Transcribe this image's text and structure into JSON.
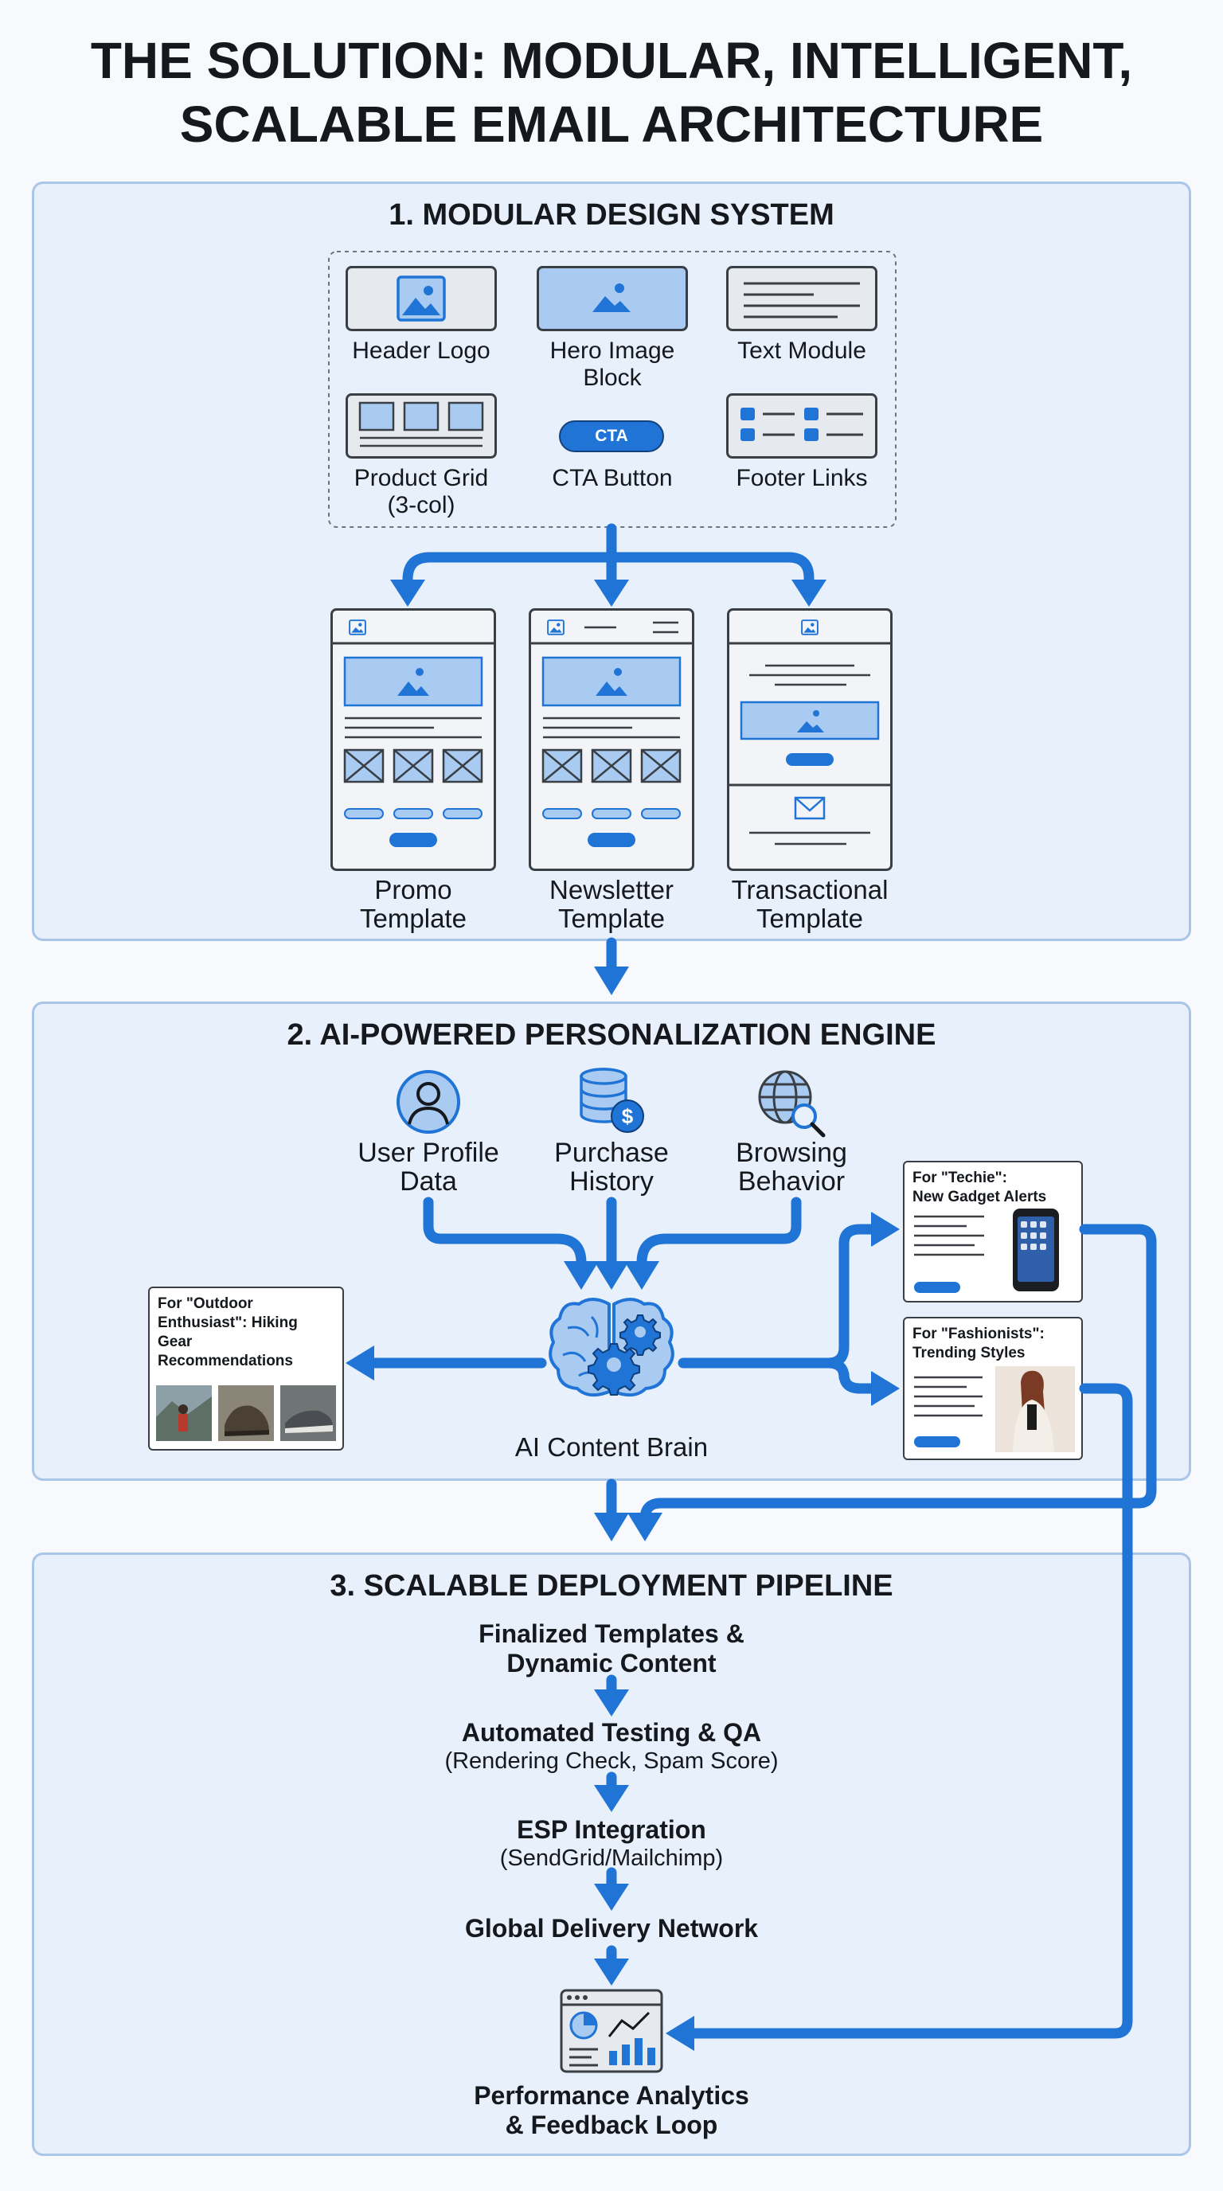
{
  "title": {
    "line1": "THE SOLUTION: MODULAR, INTELLIGENT,",
    "line2": "SCALABLE EMAIL ARCHITECTURE"
  },
  "section1": {
    "title": "1. MODULAR DESIGN SYSTEM",
    "modules": {
      "header_logo": "Header Logo",
      "hero_l1": "Hero Image",
      "hero_l2": "Block",
      "text_module": "Text Module",
      "grid_l1": "Product Grid",
      "grid_l2": "(3-col)",
      "cta_button_text": "CTA",
      "cta_label": "CTA Button",
      "footer_links": "Footer Links"
    },
    "templates": {
      "promo_l1": "Promo",
      "promo_l2": "Template",
      "newsletter_l1": "Newsletter",
      "newsletter_l2": "Template",
      "transactional_l1": "Transactional",
      "transactional_l2": "Template"
    }
  },
  "section2": {
    "title": "2. AI-POWERED PERSONALIZATION ENGINE",
    "inputs": {
      "profile_l1": "User Profile",
      "profile_l2": "Data",
      "purchase_l1": "Purchase",
      "purchase_l2": "History",
      "browsing_l1": "Browsing",
      "browsing_l2": "Behavior"
    },
    "brain_label": "AI Content Brain",
    "outdoor": {
      "l1": "For \"Outdoor",
      "l2": "Enthusiast\": Hiking",
      "l3": "Gear",
      "l4": "Recommendations"
    },
    "techie": {
      "l1": "For \"Techie\":",
      "l2": "New Gadget Alerts"
    },
    "fashion": {
      "l1": "For \"Fashionists\":",
      "l2": "Trending Styles"
    }
  },
  "section3": {
    "title": "3. SCALABLE DEPLOYMENT PIPELINE",
    "steps": {
      "finalized_l1": "Finalized Templates &",
      "finalized_l2": "Dynamic Content",
      "testing_l1": "Automated Testing & QA",
      "testing_l2": "(Rendering Check, Spam Score)",
      "esp_l1": "ESP Integration",
      "esp_l2": "(SendGrid/Mailchimp)",
      "delivery": "Global Delivery Network",
      "analytics_l1": "Performance Analytics",
      "analytics_l2": "& Feedback Loop"
    }
  },
  "colors": {
    "accent_blue": "#1f74d6",
    "panel_fill": "#e7f0fb",
    "panel_border": "#a9c6e8",
    "light_blue": "#a9cbf2"
  }
}
